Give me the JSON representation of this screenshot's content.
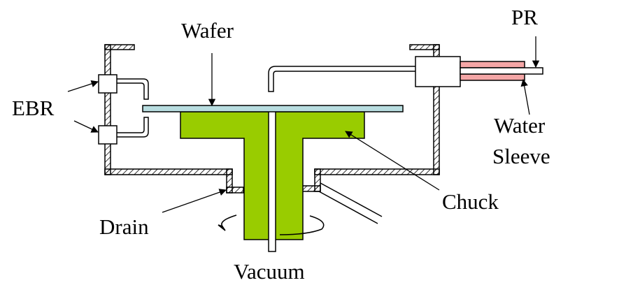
{
  "labels": {
    "wafer": "Wafer",
    "pr": "PR",
    "ebr": "EBR",
    "water_line1": "Water",
    "water_line2": "Sleeve",
    "chuck": "Chuck",
    "drain": "Drain",
    "vacuum": "Vacuum"
  },
  "colors": {
    "chuck": "#99cc00",
    "wafer": "#b8dde0",
    "water_sleeve": "#f4a6a6",
    "line": "#000000",
    "background": "#ffffff"
  },
  "icons": [
    "rotation-arrow-icon",
    "arrow-icon"
  ]
}
